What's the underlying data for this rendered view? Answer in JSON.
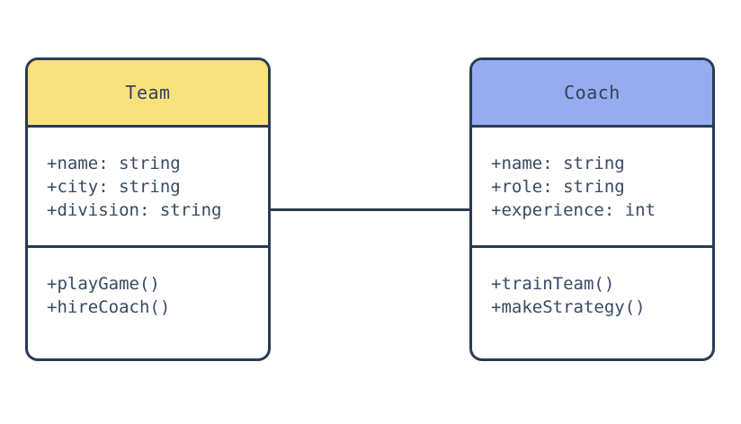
{
  "diagram": {
    "type": "uml-class-diagram",
    "background_color": "#ffffff",
    "stroke_color": "#2b3b52",
    "text_color": "#374a63",
    "classes": [
      {
        "name": "Team",
        "header_color": "#fae180",
        "attributes": [
          "+name: string",
          "+city: string",
          "+division: string"
        ],
        "methods": [
          "+playGame()",
          "+hireCoach()"
        ]
      },
      {
        "name": "Coach",
        "header_color": "#96abf0",
        "attributes": [
          "+name: string",
          "+role: string",
          "+experience: int"
        ],
        "methods": [
          "+trainTeam()",
          "+makeStrategy()"
        ]
      }
    ],
    "relationships": [
      {
        "from": "Team",
        "to": "Coach",
        "type": "association",
        "style": "solid-line"
      }
    ]
  }
}
